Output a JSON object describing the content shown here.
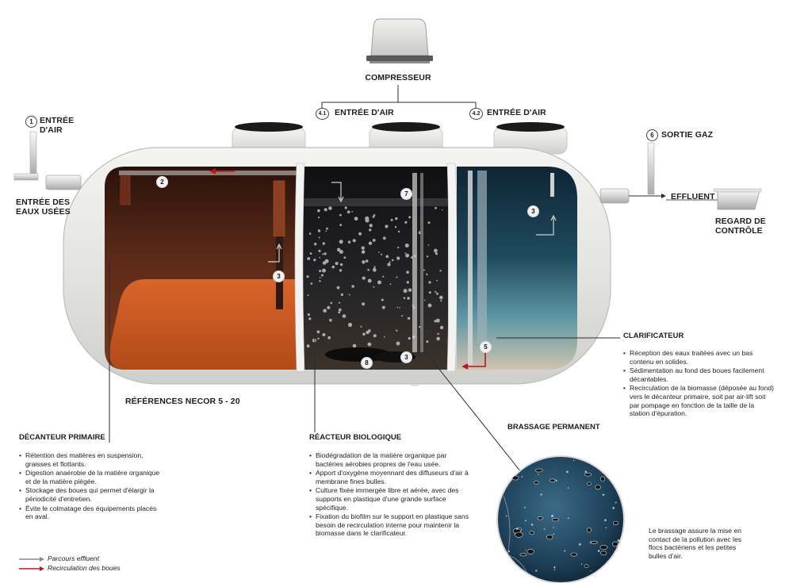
{
  "labels": {
    "compresseur": "COMPRESSEUR",
    "entree_air_1_num": "1",
    "entree_air_1_l1": "ENTRÉE",
    "entree_air_1_l2": "D'AIR",
    "entree_air_41_num": "4.1",
    "entree_air_41": "ENTRÉE D'AIR",
    "entree_air_42_num": "4.2",
    "entree_air_42": "ENTRÉE D'AIR",
    "sortie_gaz_num": "6",
    "sortie_gaz": "SORTIE GAZ",
    "entree_eaux_l1": "ENTRÉE DES",
    "entree_eaux_l2": "EAUX USÉES",
    "effluent": "EFFLUENT",
    "regard_l1": "REGARD DE",
    "regard_l2": "CONTRÔLE",
    "references": "RÉFÉRENCES NECOR 5 - 20",
    "brassage": "BRASSAGE PERMANENT"
  },
  "markers": {
    "n2": "2",
    "n3a": "3",
    "n7": "7",
    "n3b": "3",
    "n3c": "3",
    "n8": "8",
    "n5": "5"
  },
  "decanteur": {
    "title": "DÉCANTEUR PRIMAIRE",
    "items": [
      "Rétention des matières en suspension, graisses et flottants.",
      "Digestion anaérobie de la matière organique et de la matière piégée.",
      "Stockage des boues qui permet d'élargir la périodicité d'entretien.",
      "Évite le colmatage des équipements placés en aval."
    ]
  },
  "reacteur": {
    "title": "RÉACTEUR BIOLOGIQUE",
    "items": [
      "Biodégradation de la matière organique par bactéries aérobies propres de l'eau usée.",
      "Apport d'oxygène moyennant des diffuseurs d'air à membrane fines bulles.",
      "Culture fixée immergée libre et aérée, avec des supports en plastique d'une grande surface spécifique.",
      "Fixation du biofilm sur le support en plastique sans besoin de recirculation interne pour maintenir la biomasse dans le clarificateur."
    ]
  },
  "clarificateur": {
    "title": "CLARIFICATEUR",
    "items": [
      "Réception des eaux traitées avec un bas contenu en solides.",
      "Sédimentation au fond des boues facilement décantables.",
      "Recirculation de la biomasse (déposée au fond) vers le décanteur primaire, soit par air-lift soit par pompage en fonction de la taille de la station d'épuration."
    ]
  },
  "brassage_text": "Le brassage assure la mise en contact de la pollution avec les flocs bactériens et les petites bulles d'air.",
  "legend": {
    "effluent": "Parcours effluent",
    "recirculation": "Recirculation des boues",
    "effluent_color": "#8a8a8a",
    "recirculation_color": "#c0141c"
  },
  "colors": {
    "tank_shell": "#e9e9e6",
    "decanteur_water": "#3a1c12",
    "sludge": "#c8531c",
    "reacteur_water": "#1a1a1c",
    "clarificateur_water": "#16374a"
  }
}
